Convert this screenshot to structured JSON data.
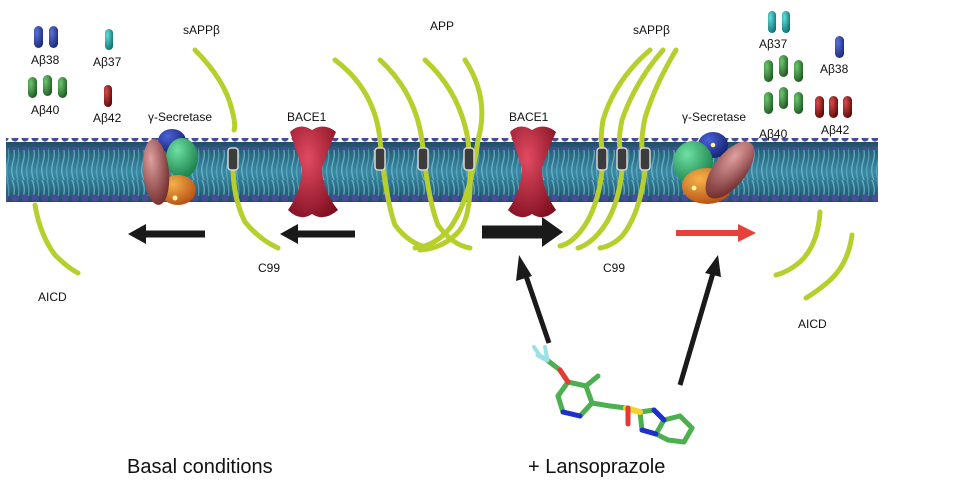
{
  "labels": {
    "ab38_left": "Aβ38",
    "ab37_left": "Aβ37",
    "ab40_left": "Aβ40",
    "ab42_left": "Aβ42",
    "sappb_left": "sAPPβ",
    "app": "APP",
    "sappb_right": "sAPPβ",
    "ab37_right": "Aβ37",
    "ab38_right": "Aβ38",
    "ab40_right": "Aβ40",
    "ab42_right": "Aβ42",
    "gsec_left": "γ-Secretase",
    "bace1_left": "BACE1",
    "bace1_right": "BACE1",
    "gsec_right": "γ-Secretase",
    "c99_left": "C99",
    "c99_right": "C99",
    "aicd_left": "AICD",
    "aicd_right": "AICD"
  },
  "captions": {
    "basal": "Basal conditions",
    "lansoprazole": "+ Lansoprazole"
  },
  "colors": {
    "background": "#ffffff",
    "membrane": "#2a6f86",
    "membrane_heads": "#3b3b88",
    "app_strand": "#b7cf2c",
    "bace1": "#b3132b",
    "ab38": "#263d91",
    "ab37": "#1f9f9e",
    "ab40": "#2e7d33",
    "ab42": "#8d1515",
    "arrow_basal": "#1a1a1a",
    "arrow_increase": "#e8403b"
  }
}
